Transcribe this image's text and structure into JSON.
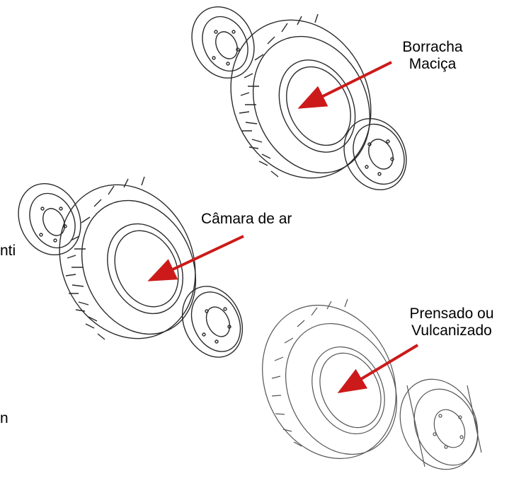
{
  "labels": {
    "borracha_line1": "Borracha",
    "borracha_line2": "Maciça",
    "camara": "Câmara de ar",
    "prensado_line1": "Prensado ou",
    "prensado_line2": "Vulcanizado",
    "cut_left_1": "nti",
    "cut_left_2": "n"
  },
  "colors": {
    "arrow": "#cc1a1a",
    "stroke": "#2a2a2a"
  },
  "icons": [
    "solid-tire-icon",
    "pneumatic-tire-icon",
    "press-on-tire-icon",
    "rim-icon",
    "arrow-icon"
  ]
}
